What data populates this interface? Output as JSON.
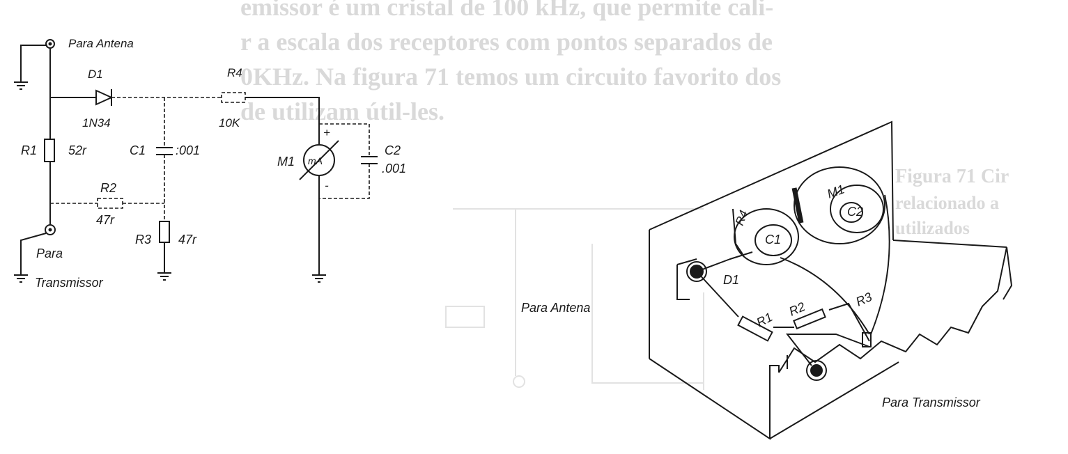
{
  "ghost": {
    "line1": "emissor é um cristal de 100 kHz, que permite cali-",
    "line2": "r a escala dos receptores com pontos separados de",
    "line3": "0KHz. Na figura 71 temos um circuito favorito dos",
    "line4": "de utilizam útil-les.",
    "right1": "Figura 71  Cir",
    "right2": "relacionado a",
    "right3": "utilizados"
  },
  "schematic": {
    "antenna": "Para Antena",
    "d1": "D1",
    "d1_value": "1N34",
    "r4": "R4",
    "r4_value": "10K",
    "r1": "R1",
    "r1_value": "52r",
    "c1": "C1",
    "c1_value": ":001",
    "m1": "M1",
    "m1_unit": "mA",
    "c2": "C2",
    "c2_value": ".001",
    "r2": "R2",
    "r2_value": "47r",
    "r3": "R3",
    "r3_value": "47r",
    "transmitter_line1": "Para",
    "transmitter_line2": "Transmissor",
    "plus": "+",
    "minus": "-"
  },
  "assembly": {
    "antenna": "Para Antena",
    "transmitter": "Para Transmissor",
    "d1": "D1",
    "r1": "R1",
    "r2": "R2",
    "r3": "R3",
    "r4": "R4",
    "c1": "C1",
    "c2": "C2",
    "m1": "M1"
  }
}
